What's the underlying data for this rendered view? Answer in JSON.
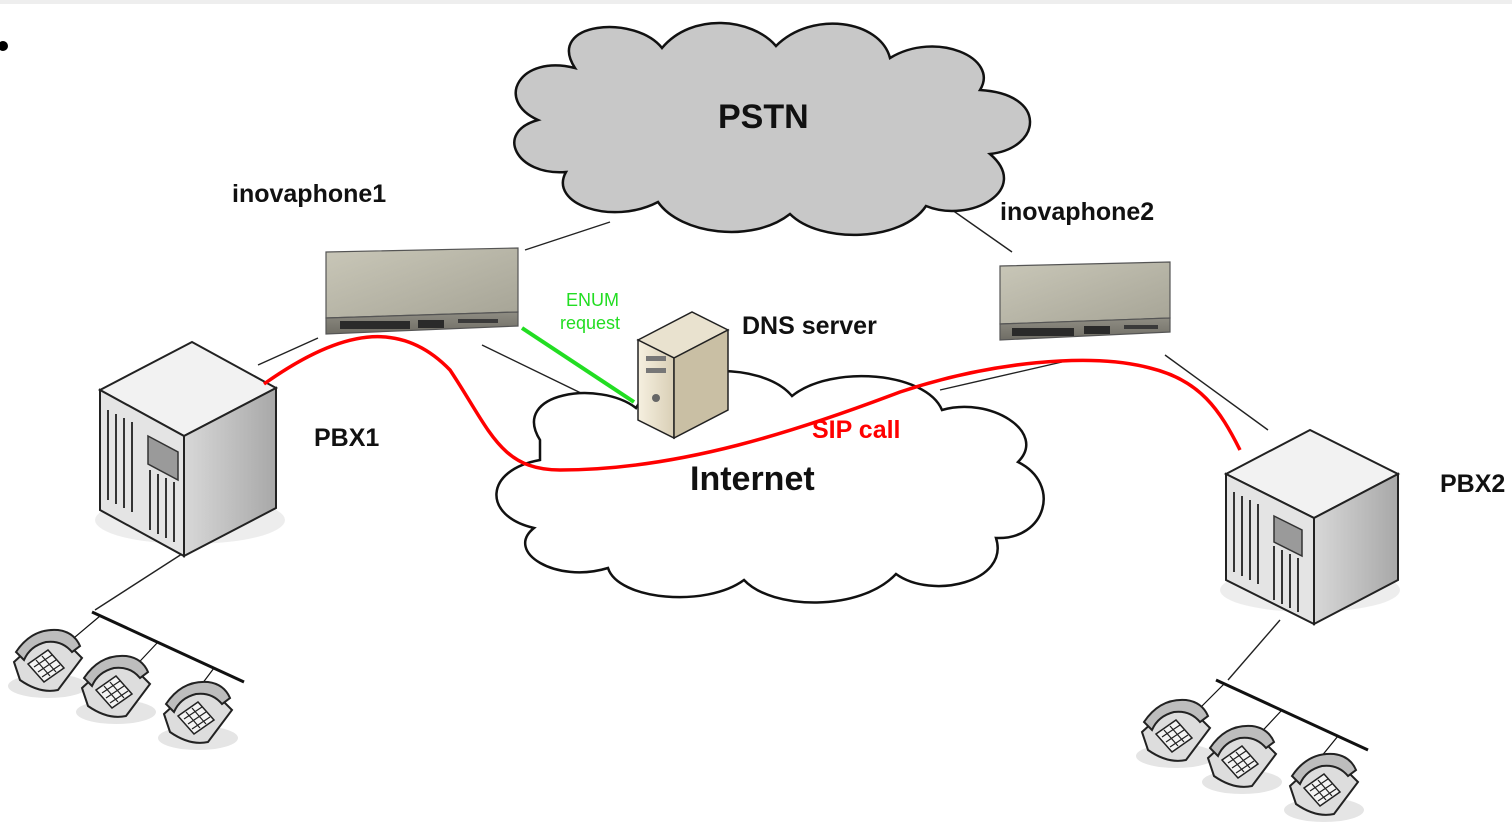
{
  "labels": {
    "pstn": "PSTN",
    "internet": "Internet",
    "inovaphone1": "inovaphone1",
    "inovaphone2": "inovaphone2",
    "dns_server": "DNS server",
    "pbx1": "PBX1",
    "pbx2": "PBX2",
    "enum_line1": "ENUM",
    "enum_line2": "request",
    "sip_call": "SIP call"
  },
  "colors": {
    "sip_call": "#ff0000",
    "enum_request": "#22dd22",
    "cloud_pstn": "#c8c8c8",
    "cloud_internet": "#ffffff",
    "connector": "#222222"
  }
}
